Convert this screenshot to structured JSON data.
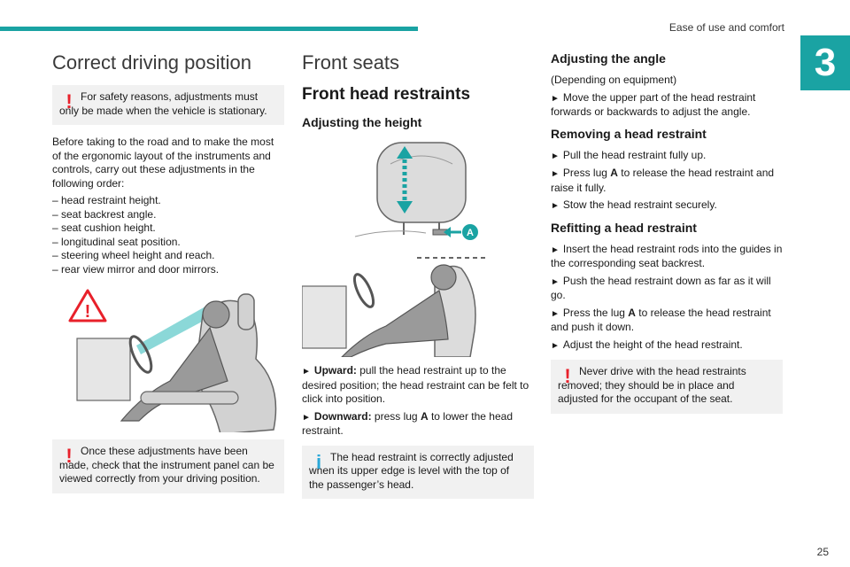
{
  "header": {
    "chapter_title": "Ease of use and comfort",
    "chapter_number": "3"
  },
  "page_number": "25",
  "col1": {
    "title": "Correct driving position",
    "warning1": {
      "line1": "For safety reasons, adjustments must",
      "rest": "only be made when the vehicle is stationary."
    },
    "intro": "Before taking to the road and to make the most of the ergonomic layout of the instruments and controls, carry out these adjustments in the following order:",
    "list": [
      "– head restraint height.",
      "– seat backrest angle.",
      "– seat cushion height.",
      "– longitudinal seat position.",
      "– steering wheel height and reach.",
      "– rear view mirror and door mirrors."
    ],
    "warning2": {
      "line1": "Once these adjustments have been",
      "rest": "made, check that the instrument panel can be viewed correctly from your driving position."
    }
  },
  "col2": {
    "title": "Front seats",
    "heading": "Front head restraints",
    "subheading": "Adjusting the height",
    "label_a": "A",
    "steps": [
      {
        "marker": "►",
        "bold": "Upward:",
        "text": " pull the head restraint up to the desired position; the head restraint can be felt to click into position."
      },
      {
        "marker": "►",
        "bold": "Downward:",
        "pre": " press lug ",
        "lug": "A",
        "text": " to lower the head restraint."
      }
    ],
    "info": {
      "line1": "The head restraint is correctly adjusted",
      "rest": "when its upper edge is level with the top of the passenger’s head."
    }
  },
  "col3": {
    "angle": {
      "heading": "Adjusting the angle",
      "note": "(Depending on equipment)",
      "step": "Move the upper part of the head restraint forwards or backwards to adjust the angle."
    },
    "removing": {
      "heading": "Removing a head restraint",
      "step1": "Pull the head restraint fully up.",
      "step2_pre": "Press lug ",
      "step2_lug": "A",
      "step2_post": " to release the head restraint and raise it fully.",
      "step3": "Stow the head restraint securely."
    },
    "refitting": {
      "heading": "Refitting a head restraint",
      "step1": "Insert the head restraint rods into the guides in the corresponding seat backrest.",
      "step2": "Push the head restraint down as far as it will go.",
      "step3_pre": "Press the lug ",
      "step3_lug": "A",
      "step3_post": " to release the head restraint and push it down.",
      "step4": "Adjust the height of the head restraint."
    },
    "warning": {
      "line1": "Never drive with the head restraints",
      "rest": "removed; they should be in place and adjusted for the occupant of the seat."
    }
  },
  "marker": "►",
  "warn_symbol": "!",
  "info_symbol": "i",
  "colors": {
    "accent": "#1aa3a3",
    "warning": "#e8202a",
    "info": "#2aa8d8",
    "note_bg": "#f1f1f1"
  }
}
